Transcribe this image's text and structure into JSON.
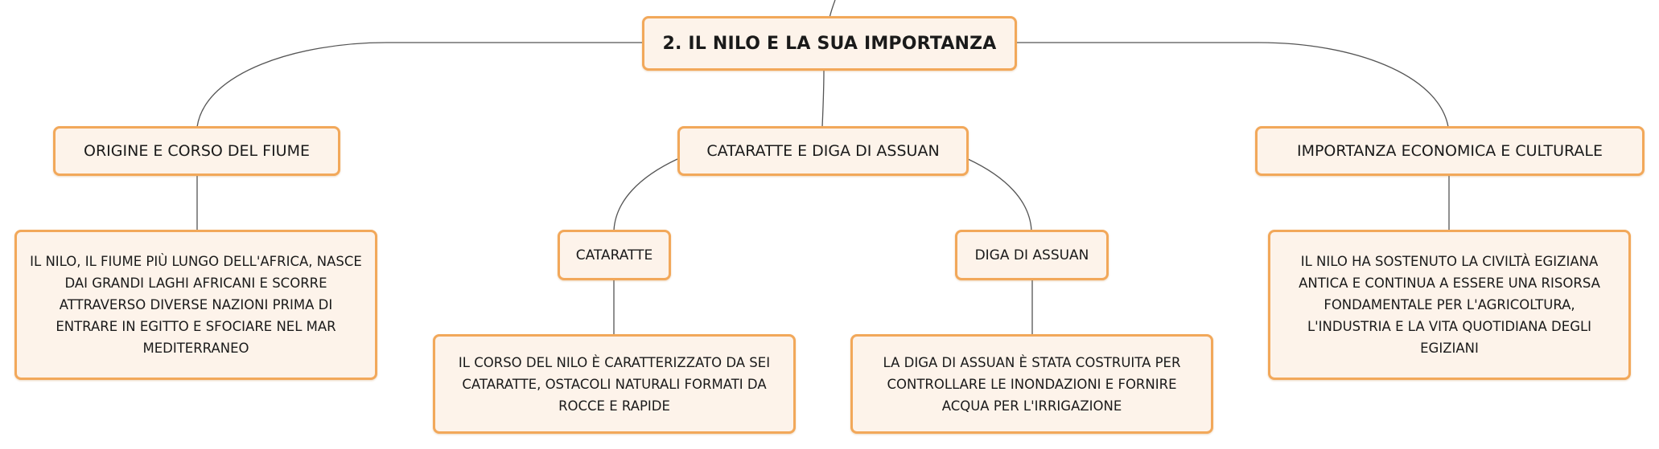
{
  "diagram": {
    "root": {
      "label": "2. IL NILO E LA SUA IMPORTANZA"
    },
    "branches": [
      {
        "label": "ORIGINE E CORSO DEL FIUME",
        "detail": "IL NILO, IL FIUME PIÙ LUNGO DELL'AFRICA, NASCE DAI GRANDI LAGHI AFRICANI E SCORRE ATTRAVERSO DIVERSE NAZIONI PRIMA DI ENTRARE IN EGITTO E SFOCIARE NEL MAR MEDITERRANEO"
      },
      {
        "label": "CATARATTE E DIGA DI ASSUAN",
        "children": [
          {
            "label": "CATARATTE",
            "detail": "IL CORSO DEL NILO È CARATTERIZZATO DA SEI CATARATTE, OSTACOLI NATURALI FORMATI DA ROCCE E RAPIDE"
          },
          {
            "label": "DIGA DI ASSUAN",
            "detail": "LA DIGA DI ASSUAN È STATA COSTRUITA PER CONTROLLARE LE INONDAZIONI E FORNIRE ACQUA PER L'IRRIGAZIONE"
          }
        ]
      },
      {
        "label": "IMPORTANZA ECONOMICA E CULTURALE",
        "detail": "IL NILO HA SOSTENUTO LA CIVILTÀ EGIZIANA ANTICA E CONTINUA A ESSERE UNA RISORSA FONDAMENTALE PER L'AGRICOLTURA, L'INDUSTRIA E LA VITA QUOTIDIANA DEGLI EGIZIANI"
      }
    ],
    "colors": {
      "node_border": "#f2a85a",
      "node_fill": "#fdf3ea",
      "connector": "#555555",
      "text": "#1a1a1a"
    }
  }
}
